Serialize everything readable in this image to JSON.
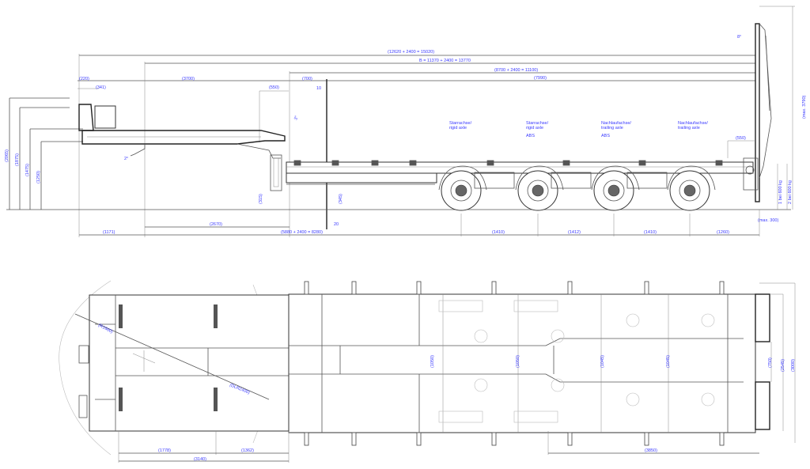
{
  "drawing": {
    "title": "Low-bed semi-trailer with 4 axles - side and top view",
    "colors": {
      "dimension_text": "#3a3aff",
      "line": "#333333",
      "background": "#ffffff"
    }
  },
  "side_view": {
    "overall_dims": {
      "total": "(12620 + 2400 = 15020)",
      "b": "B = 11370 + 2400 = 13770",
      "deck": "(8700 + 2400 = 11100)",
      "rear": "(7990)"
    },
    "top_dims": {
      "d220": "(220)",
      "d341": "(341)",
      "d3700": "(3700)",
      "d550": "(550)",
      "d700": "(700)",
      "d10": "10"
    },
    "left_heights": {
      "h2065": "(2065)",
      "h1875": "(1875)",
      "h1475": "(1475)",
      "h1250": "(1250)"
    },
    "gooseneck_label": "2°",
    "neck_angle": "3°",
    "ramp_angle": "8°",
    "step_heights": {
      "h1": "(315)",
      "h2": "(345)"
    },
    "axle_labels": [
      {
        "line1": "Starrachse/",
        "line2": "rigid axle",
        "abs": ""
      },
      {
        "line1": "Starrachse/",
        "line2": "rigid axle",
        "abs": "ABS"
      },
      {
        "line1": "Nachlaufachse/",
        "line2": "trailing axle",
        "abs": "ABS"
      },
      {
        "line1": "Nachlaufachse/",
        "line2": "trailing axle",
        "abs": ""
      }
    ],
    "rear_dim_550": "(550)",
    "ramp_height": "(max. 3790)",
    "ramp_load_1": "1 bei 600 kg",
    "ramp_load_2": "2 bei 600 kg",
    "max_300": "(max. 300)",
    "bottom_dims": {
      "d1171": "(1171)",
      "d2670": "(2670)",
      "d20": "20",
      "deck_len": "(5880 + 2400 = 8280)",
      "a1": "(1410)",
      "a2": "(1412)",
      "a3": "(1410)",
      "a4": "(1260)"
    }
  },
  "top_view": {
    "radius_front": "(R1660)",
    "radius_swing": "(DLR2400)",
    "widths": {
      "w1": "(1050)",
      "w2": "(1050)",
      "w3": "(1045)",
      "w4": "(1045)"
    },
    "rear_widths": {
      "r1": "(750)",
      "r2": "(2545)",
      "r3": "(3000)"
    },
    "bottom_dims": {
      "d1778": "(1778)",
      "d1362": "(1362)",
      "d3140": "(3140)",
      "d3850": "(3850)"
    }
  }
}
